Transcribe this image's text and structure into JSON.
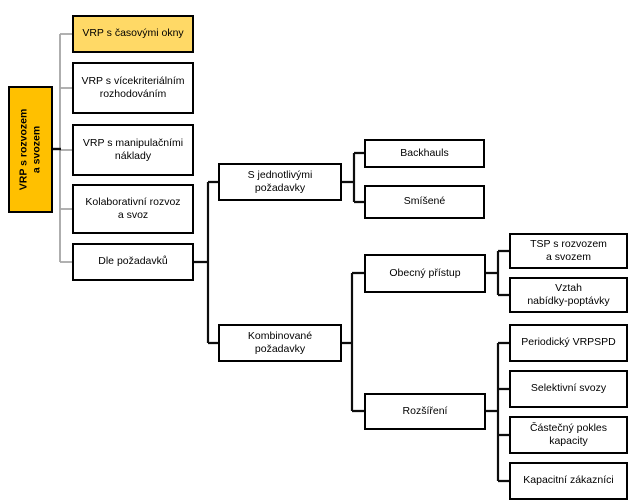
{
  "diagram": {
    "type": "tree",
    "orientation": "left-to-right",
    "colors": {
      "root_fill": "#FFC000",
      "highlighted_fill": "#FFD966",
      "node_fill": "#FFFFFF",
      "node_border": "#000000",
      "connector_primary": "#0D0D0D",
      "connector_secondary": "#A6A6A6",
      "background": "#FFFFFF"
    },
    "nodes": {
      "root": {
        "label": "VRP s rozvozem\na svozem",
        "children": [
          "time_windows",
          "multicriteria",
          "handling_costs",
          "collaborative",
          "by_requirements"
        ]
      },
      "time_windows": {
        "label": "VRP s časovými okny",
        "highlighted": true
      },
      "multicriteria": {
        "label": "VRP s vícekriteriálním\nrozhodováním"
      },
      "handling_costs": {
        "label": "VRP s manipulačními\nnáklady"
      },
      "collaborative": {
        "label": "Kolaborativní rozvoz\na svoz"
      },
      "by_requirements": {
        "label": "Dle požadavků",
        "children": [
          "individual_requests",
          "combined_requests"
        ]
      },
      "individual_requests": {
        "label": "S jednotlivými\npožadavky",
        "children": [
          "backhauls",
          "mixed"
        ]
      },
      "backhauls": {
        "label": "Backhauls"
      },
      "mixed": {
        "label": "Smíšené"
      },
      "combined_requests": {
        "label": "Kombinované\npožadavky",
        "children": [
          "general_approach",
          "extensions"
        ]
      },
      "general_approach": {
        "label": "Obecný přístup",
        "children": [
          "tsp_pickup_delivery",
          "supply_demand"
        ]
      },
      "tsp_pickup_delivery": {
        "label": "TSP s rozvozem\na svozem"
      },
      "supply_demand": {
        "label": "Vztah\nnabídky-poptávky"
      },
      "extensions": {
        "label": "Rozšíření",
        "children": [
          "periodic_vrpspd",
          "selective_pickups",
          "partial_capacity",
          "capacitated_customers"
        ]
      },
      "periodic_vrpspd": {
        "label": "Periodický VRPSPD"
      },
      "selective_pickups": {
        "label": "Selektivní svozy"
      },
      "partial_capacity": {
        "label": "Částečný pokles\nkapacity"
      },
      "capacitated_customers": {
        "label": "Kapacitní zákazníci"
      }
    }
  }
}
